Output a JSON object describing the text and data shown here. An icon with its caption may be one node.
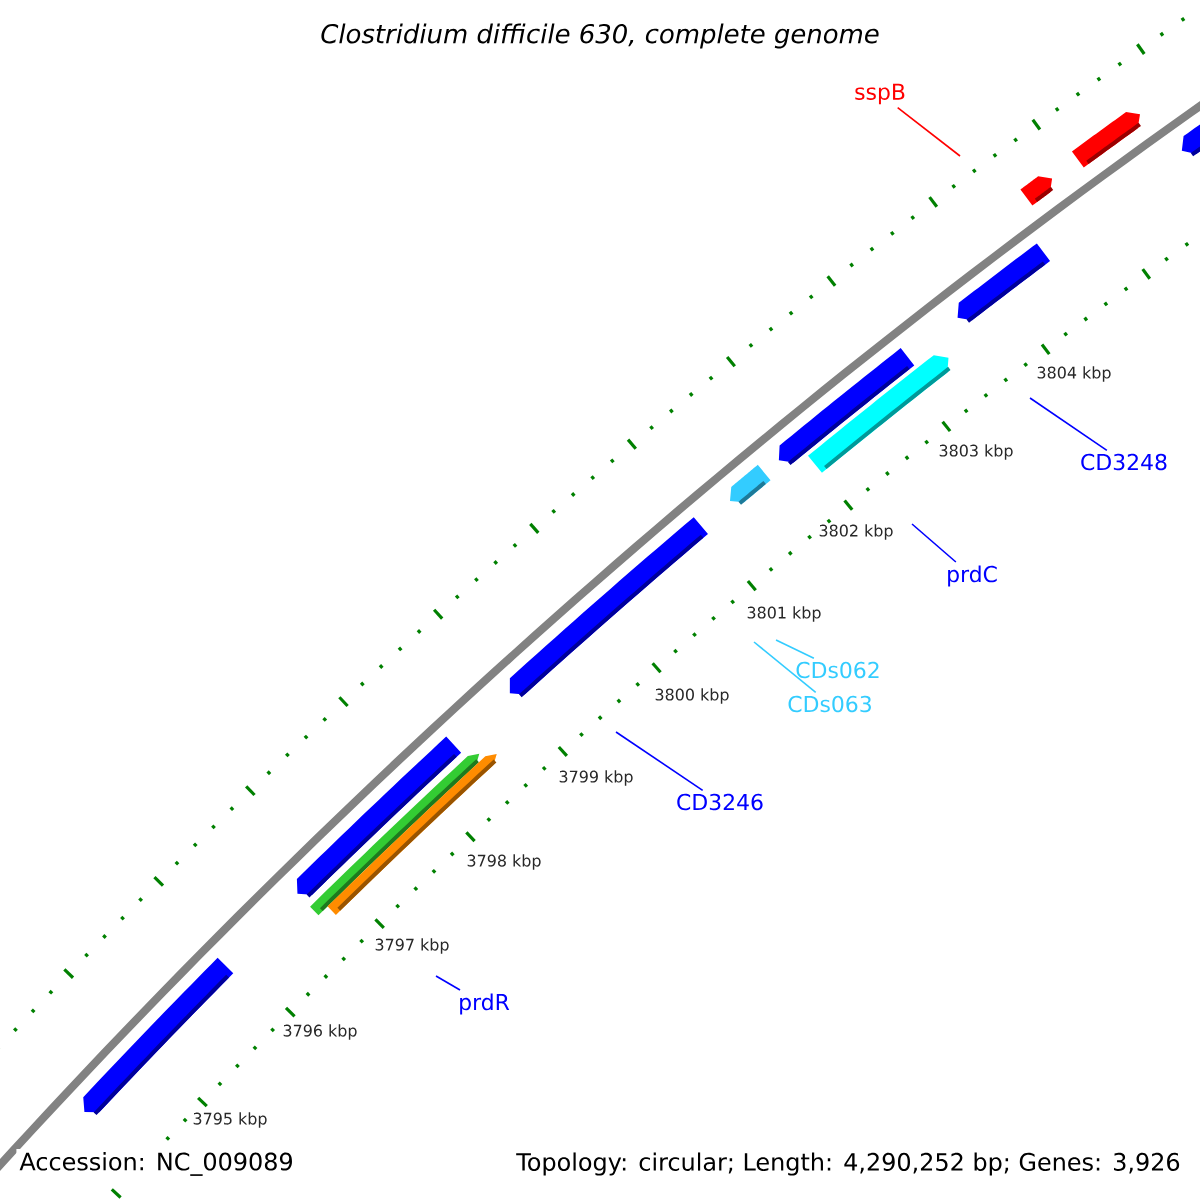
{
  "diagram": {
    "title": "Clostridium difficile 630, complete genome",
    "nodes": [
      {
        "text": [
          "sspB"
        ]
      },
      {
        "text": [
          "CD3248"
        ]
      },
      {
        "text": [
          "prdC"
        ]
      },
      {
        "text": [
          "CDs062"
        ]
      },
      {
        "text": [
          "CDs063"
        ]
      },
      {
        "text": [
          "CD3246"
        ]
      },
      {
        "text": [
          "prdR"
        ]
      }
    ],
    "edges": [
      {
        "from": 0,
        "to": null,
        "arrow": "none",
        "color": "#ff0000"
      },
      {
        "from": 1,
        "to": null,
        "arrow": "none"
      },
      {
        "from": 2,
        "to": null,
        "arrow": "none"
      },
      {
        "from": 3,
        "to": null,
        "arrow": "none",
        "color": "#33ccff"
      },
      {
        "from": 4,
        "to": null,
        "arrow": "none",
        "color": "#33ccff"
      },
      {
        "from": 5,
        "to": null,
        "arrow": "none"
      },
      {
        "from": 6,
        "to": null,
        "arrow": "none"
      }
    ],
    "labels": [
      "3804 kbp",
      "3803 kbp",
      "3802 kbp",
      "3801 kbp",
      "3800 kbp",
      "3799 kbp",
      "3798 kbp",
      "3797 kbp",
      "3796 kbp",
      "3795 kbp",
      "Accession: NC_009089",
      "Topology: circular; Length: 4,290,252 bp; Genes: 3,926"
    ]
  }
}
